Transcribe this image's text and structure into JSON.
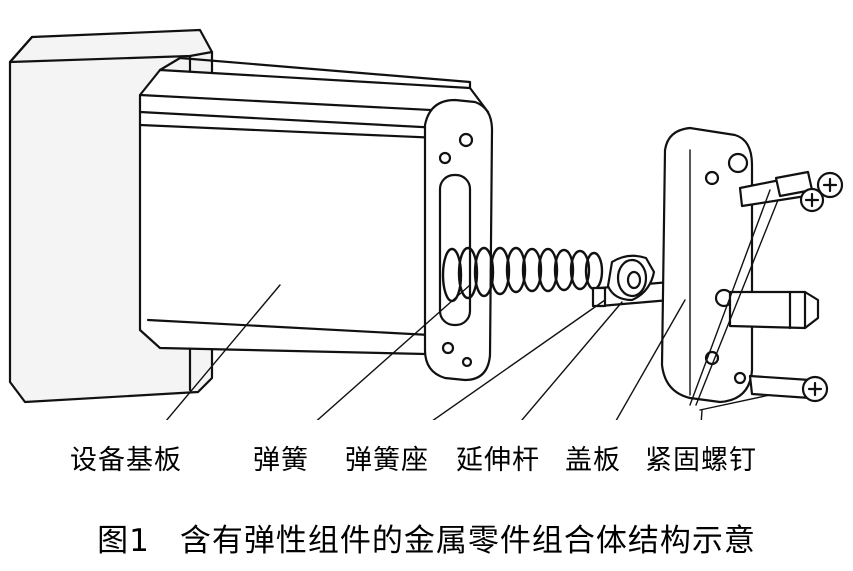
{
  "labels": {
    "base": "设备基板",
    "spring": "弹簧",
    "spring_seat": "弹簧座",
    "extension_rod": "延伸杆",
    "cover_plate": "盖板",
    "screws": "紧固螺钉"
  },
  "caption": {
    "figure_number": "图1",
    "title": "含有弹性组件的金属零件组合体结构示意"
  }
}
